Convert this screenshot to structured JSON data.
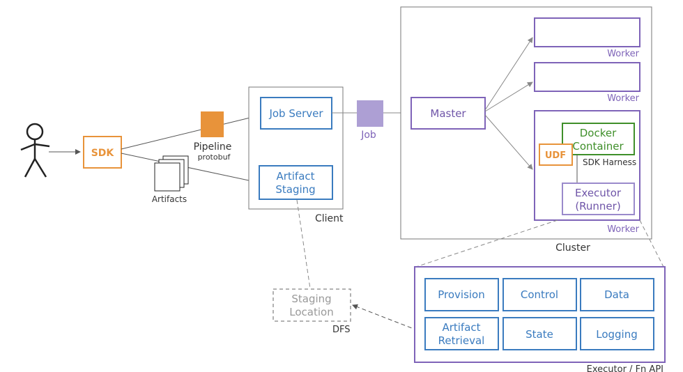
{
  "labels": {
    "sdk": "SDK",
    "pipeline": "Pipeline",
    "protobuf": "protobuf",
    "artifacts": "Artifacts",
    "job_server": "Job Server",
    "artifact_staging_line1": "Artifact",
    "artifact_staging_line2": "Staging",
    "client": "Client",
    "job": "Job",
    "master": "Master",
    "worker": "Worker",
    "docker_line1": "Docker",
    "docker_line2": "Container",
    "udf": "UDF",
    "sdk_harness": "SDK Harness",
    "executor_line1": "Executor",
    "executor_line2": "(Runner)",
    "cluster": "Cluster",
    "staging_line1": "Staging",
    "staging_line2": "Location",
    "dfs": "DFS",
    "fn_api": "Executor / Fn API"
  },
  "fn_api_services": {
    "provision": "Provision",
    "control": "Control",
    "data": "Data",
    "artifact_retrieval_line1": "Artifact",
    "artifact_retrieval_line2": "Retrieval",
    "state": "State",
    "logging": "Logging"
  },
  "colors": {
    "blue": "#3a7bbf",
    "purple": "#7e63b8",
    "orange": "#e8933a",
    "green": "#3f8f2a",
    "gray": "#999999"
  }
}
